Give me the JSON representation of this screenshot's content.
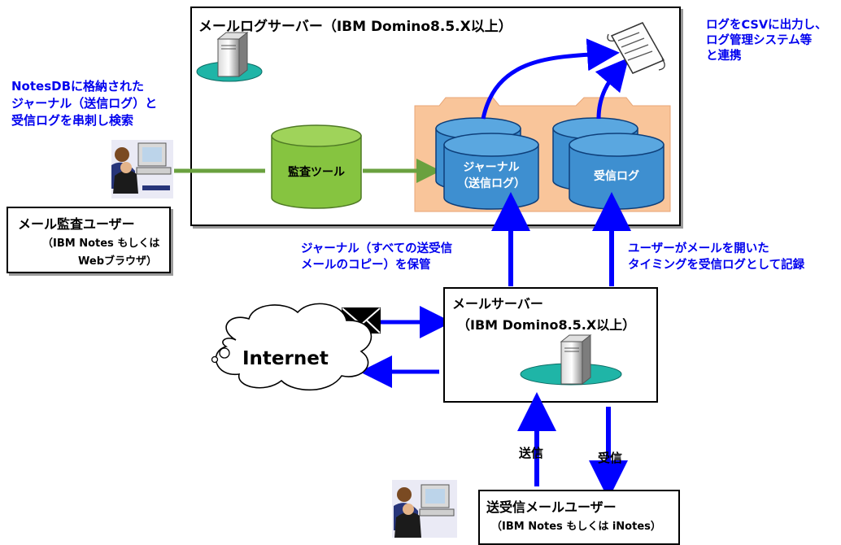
{
  "log_server": {
    "title": "メールログサーバー（IBM Domino8.5.X以上）"
  },
  "audit_tool": {
    "label": "監査ツール"
  },
  "journal_db": {
    "line1": "ジャーナル",
    "line2": "（送信ログ）"
  },
  "receive_db": {
    "label": "受信ログ"
  },
  "csv_note": {
    "line1": "ログをCSVに出力し、",
    "line2": "ログ管理システム等",
    "line3": "と連携"
  },
  "search_note": {
    "line1": "NotesDBに格納された",
    "line2": "ジャーナル（送信ログ）と",
    "line3": "受信ログを串刺し検索"
  },
  "audit_user": {
    "title": "メール監査ユーザー",
    "line1": "（IBM Notes もしくは",
    "line2": "Webブラウザ）"
  },
  "journal_note": {
    "line1": "ジャーナル（すべての送受信",
    "line2": "メールのコピー）を保管"
  },
  "timing_note": {
    "line1": "ユーザーがメールを開いた",
    "line2": "タイミングを受信ログとして記録"
  },
  "mail_server": {
    "line1": "メールサーバー",
    "line2": "（IBM Domino8.5.X以上）"
  },
  "internet": {
    "label": "Internet"
  },
  "send_label": "送信",
  "receive_label": "受信",
  "mail_user": {
    "title": "送受信メールユーザー",
    "line1": "（IBM Notes もしくは iNotes）"
  },
  "colors": {
    "arrow_blue": "#0000ff",
    "arrow_green": "#6aa13f",
    "db_blue": "#3e8fd0",
    "tool_green": "#86c440",
    "peach": "#f9c59a",
    "text_blue": "#0000ee"
  }
}
